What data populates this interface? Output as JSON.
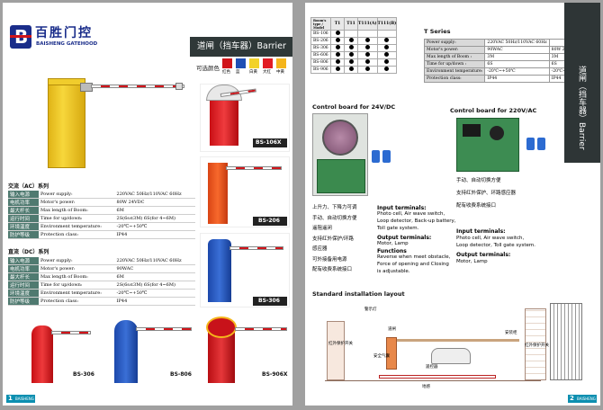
{
  "left_page": {
    "brand": {
      "name_cn": "百胜门控",
      "name_en": "BAISHENG GATEHOOD",
      "logo_letter": "B"
    },
    "banner_title": "道闸（挡车器）Barrier",
    "color_label": "可选颜色",
    "colors": [
      {
        "name": "红色",
        "hex": "#d0141a"
      },
      {
        "name": "蓝",
        "hex": "#1f4fb5"
      },
      {
        "name": "白黄",
        "hex": "#f2d22a"
      },
      {
        "name": "大红",
        "hex": "#e21c24"
      },
      {
        "name": "中黄",
        "hex": "#f5b51b"
      }
    ],
    "ac_heading": "交流（AC）系列",
    "ac_rows": [
      {
        "cn": "输入电源",
        "en": "Power supply:",
        "val": "220VAC 50Hz/110VAC 60Hz"
      },
      {
        "cn": "电机功率",
        "en": "Motor's power:",
        "val": "80W 24VDC"
      },
      {
        "cn": "最大杆长",
        "en": "Max length of Boom:",
        "val": "6M"
      },
      {
        "cn": "运行时间",
        "en": "Time for up/down:",
        "val": "2S(6s≤3M)  6S(for 4~6M)"
      },
      {
        "cn": "环境温度",
        "en": "Environment temperature:",
        "val": "-20℃~+50℃"
      },
      {
        "cn": "防护等级",
        "en": "Protection class:",
        "val": "IP44"
      }
    ],
    "dc_heading": "直流（DC）系列",
    "dc_rows": [
      {
        "cn": "输入电源",
        "en": "Power supply:",
        "val": "220VAC 50Hz/110VAC 60Hz"
      },
      {
        "cn": "电机功率",
        "en": "Motor's power:",
        "val": "90WAC"
      },
      {
        "cn": "最大杆长",
        "en": "Max length of Boom:",
        "val": "6M"
      },
      {
        "cn": "运行时间",
        "en": "Time for up/down:",
        "val": "2S(6s≤3M)  6S(for 4~6M)"
      },
      {
        "cn": "环境温度",
        "en": "Environment temperature:",
        "val": "-20℃~+50℃"
      },
      {
        "cn": "防护等级",
        "en": "Protection class:",
        "val": "IP44"
      }
    ],
    "models": {
      "m1": "BS-106X",
      "m2": "BS-206",
      "m3": "BS-306",
      "m4": "BS-306",
      "m5": "BS-806",
      "m6": "BS-906X"
    },
    "footer": {
      "page": "1",
      "brand": "BAISHENG"
    }
  },
  "right_page": {
    "table_header": {
      "corner_top": "Boom's type",
      "corner_bottom": "Model",
      "cols": [
        "T1",
        "T11",
        "T111(A)",
        "T111(B)"
      ]
    },
    "model_rows": [
      {
        "model": "BS-106",
        "cells": [
          true,
          false,
          false,
          false
        ]
      },
      {
        "model": "BS-206",
        "cells": [
          true,
          true,
          true,
          true
        ]
      },
      {
        "model": "BS-306",
        "cells": [
          true,
          true,
          true,
          true
        ]
      },
      {
        "model": "BS-606",
        "cells": [
          true,
          true,
          true,
          true
        ]
      },
      {
        "model": "BS-806",
        "cells": [
          true,
          true,
          true,
          true
        ]
      },
      {
        "model": "BS-906",
        "cells": [
          true,
          true,
          true,
          true
        ]
      }
    ],
    "t_series": {
      "title": "T Series",
      "rows": [
        {
          "label": "Power supply:",
          "v1": "220VAC 50Hz/110VAC 60Hz",
          "v2": ""
        },
        {
          "label": "Motor's power:",
          "v1": "90WAC",
          "v2": "80W 24VDC"
        },
        {
          "label": "Max length of Boom :",
          "v1": "3M",
          "v2": "3M"
        },
        {
          "label": "Time for up/down :",
          "v1": "6S",
          "v2": "6S"
        },
        {
          "label": "Environment temperature:",
          "v1": "-20℃~+50℃",
          "v2": "-20℃~+50℃"
        },
        {
          "label": "Protection class:",
          "v1": "IP44",
          "v2": "IP44"
        }
      ]
    },
    "board_dc_title": "Control board for 24V/DC",
    "board_ac_title": "Control board for 220V/AC",
    "dc_features_cn": [
      "上升力、下降力可调",
      "手动、自动切换方便",
      "遥阻遥闭",
      "支持红外保护/环路",
      "感应器",
      "可外接备用电源",
      "配有收费系统接口"
    ],
    "dc_input_title": "Input terminals:",
    "dc_input_text": [
      "Photo cell, Air wave switch,",
      "Loop detector, Back-up battery,",
      "Toll gate system."
    ],
    "dc_output_title": "Output terminals:",
    "dc_output_text": "Motor, Lamp",
    "dc_functions_title": "Functions",
    "dc_functions_text": [
      "Reverse when meet obstacle,",
      "Force of opening and Closing",
      "is adjustable."
    ],
    "ac_features_cn": [
      "手动、自动切换方便",
      "支持红外保护、环路感应器",
      "配有收费系统接口"
    ],
    "ac_input_title": "Input terminals:",
    "ac_input_text": [
      "Photo cell, Air wave switch,",
      "Loop detector, Toll gate system."
    ],
    "ac_output_title": "Output terminals:",
    "ac_output_text": "Motor, Lamp",
    "layout_title": "Standard installation layout",
    "layout_labels": {
      "warning": "警示灯",
      "gate": "道闸",
      "ir_left": "红外保护开关",
      "safety": "安全气囊",
      "remote": "遥控器",
      "loop": "地感",
      "ir_right": "红外保护开关",
      "guard": "安装柜"
    },
    "side_tab": "道闸（挡车器）Barrier",
    "footer": {
      "page": "2",
      "brand": "BAISHENG"
    }
  },
  "colors": {
    "teal": "#4f7a70",
    "red": "#d0141a",
    "yellow": "#f2d22a",
    "blue": "#1f4fb5",
    "orange": "#ef5a1e",
    "sidetab": "#2e3536",
    "footer": "#0c8fb0"
  }
}
